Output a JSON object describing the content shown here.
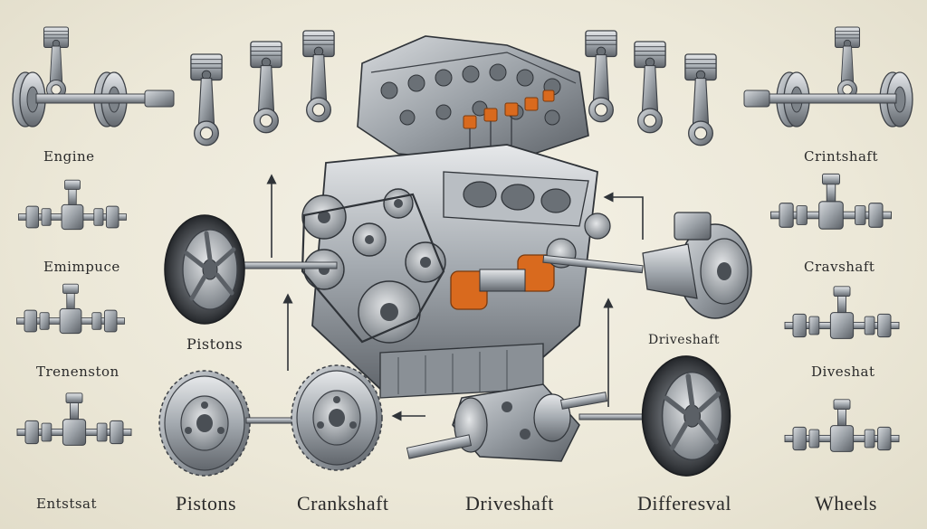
{
  "labels": {
    "left": [
      "Engine",
      "Emimpuce",
      "Trenenston",
      "Entstsat"
    ],
    "right": [
      "Crintshaft",
      "Cravshaft",
      "Diveshat",
      "Wheels"
    ],
    "center_pistons": "Pistons",
    "center_driveshaft": "Drіveshaft",
    "bottom": [
      "Pistons",
      "Crankshaft",
      "Driveshaft",
      "Differesval"
    ]
  },
  "colors": {
    "background": "#eeeadc",
    "metal": "#9aa0a6",
    "metal_dark": "#4a4f55",
    "accent_orange": "#d96a1e",
    "text": "#2a2a2a"
  },
  "icons": [
    "piston-icon",
    "flywheel-icon",
    "axle-icon",
    "tire-icon",
    "gear-wheel-icon",
    "transmission-icon",
    "engine-block-icon",
    "arrow-icon"
  ]
}
